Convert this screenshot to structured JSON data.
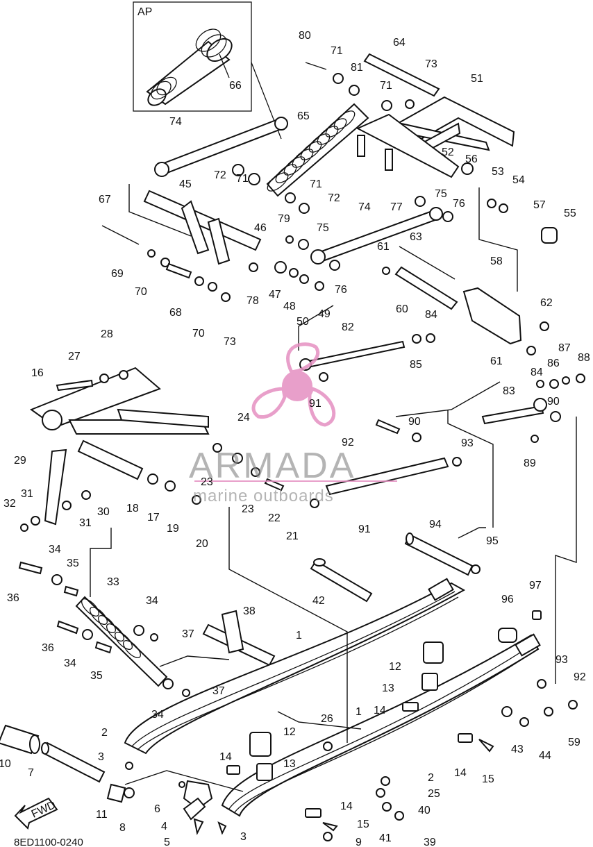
{
  "diagram": {
    "inset_label": "AP",
    "fwd_label": "FWD",
    "code": "8ED1100-0240",
    "watermark": {
      "brand": "ARMADA",
      "tagline": "marine outboards",
      "accent": "#e58fc1"
    },
    "labels": [
      {
        "id": "80",
        "text": "80"
      },
      {
        "id": "71a",
        "text": "71"
      },
      {
        "id": "64",
        "text": "64"
      },
      {
        "id": "73a",
        "text": "73"
      },
      {
        "id": "81",
        "text": "81"
      },
      {
        "id": "71b",
        "text": "71"
      },
      {
        "id": "51",
        "text": "51"
      },
      {
        "id": "66",
        "text": "66"
      },
      {
        "id": "74a",
        "text": "74"
      },
      {
        "id": "65",
        "text": "65"
      },
      {
        "id": "52",
        "text": "52"
      },
      {
        "id": "56",
        "text": "56"
      },
      {
        "id": "53",
        "text": "53"
      },
      {
        "id": "54",
        "text": "54"
      },
      {
        "id": "72a",
        "text": "72"
      },
      {
        "id": "71c",
        "text": "71"
      },
      {
        "id": "71d",
        "text": "71"
      },
      {
        "id": "72b",
        "text": "72"
      },
      {
        "id": "45",
        "text": "45"
      },
      {
        "id": "77",
        "text": "77"
      },
      {
        "id": "75a",
        "text": "75"
      },
      {
        "id": "76a",
        "text": "76"
      },
      {
        "id": "57",
        "text": "57"
      },
      {
        "id": "67",
        "text": "67"
      },
      {
        "id": "74b",
        "text": "74"
      },
      {
        "id": "55",
        "text": "55"
      },
      {
        "id": "79",
        "text": "79"
      },
      {
        "id": "75b",
        "text": "75"
      },
      {
        "id": "46",
        "text": "46"
      },
      {
        "id": "63",
        "text": "63"
      },
      {
        "id": "61a",
        "text": "61"
      },
      {
        "id": "58",
        "text": "58"
      },
      {
        "id": "69",
        "text": "69"
      },
      {
        "id": "70a",
        "text": "70"
      },
      {
        "id": "47",
        "text": "47"
      },
      {
        "id": "48",
        "text": "48"
      },
      {
        "id": "78",
        "text": "78"
      },
      {
        "id": "76b",
        "text": "76"
      },
      {
        "id": "49",
        "text": "49"
      },
      {
        "id": "50",
        "text": "50"
      },
      {
        "id": "60",
        "text": "60"
      },
      {
        "id": "62",
        "text": "62"
      },
      {
        "id": "68",
        "text": "68"
      },
      {
        "id": "70b",
        "text": "70"
      },
      {
        "id": "73b",
        "text": "73"
      },
      {
        "id": "84a",
        "text": "84"
      },
      {
        "id": "82",
        "text": "82"
      },
      {
        "id": "85",
        "text": "85"
      },
      {
        "id": "61b",
        "text": "61"
      },
      {
        "id": "28",
        "text": "28"
      },
      {
        "id": "87",
        "text": "87"
      },
      {
        "id": "88",
        "text": "88"
      },
      {
        "id": "27",
        "text": "27"
      },
      {
        "id": "16",
        "text": "16"
      },
      {
        "id": "84b",
        "text": "84"
      },
      {
        "id": "86",
        "text": "86"
      },
      {
        "id": "91a",
        "text": "91"
      },
      {
        "id": "83",
        "text": "83"
      },
      {
        "id": "90a",
        "text": "90"
      },
      {
        "id": "24",
        "text": "24"
      },
      {
        "id": "90b",
        "text": "90"
      },
      {
        "id": "92a",
        "text": "92"
      },
      {
        "id": "93a",
        "text": "93"
      },
      {
        "id": "89",
        "text": "89"
      },
      {
        "id": "29",
        "text": "29"
      },
      {
        "id": "23a",
        "text": "23"
      },
      {
        "id": "31a",
        "text": "31"
      },
      {
        "id": "32",
        "text": "32"
      },
      {
        "id": "30",
        "text": "30"
      },
      {
        "id": "18",
        "text": "18"
      },
      {
        "id": "17",
        "text": "17"
      },
      {
        "id": "23b",
        "text": "23"
      },
      {
        "id": "22",
        "text": "22"
      },
      {
        "id": "31b",
        "text": "31"
      },
      {
        "id": "19",
        "text": "19"
      },
      {
        "id": "91b",
        "text": "91"
      },
      {
        "id": "21",
        "text": "21"
      },
      {
        "id": "20",
        "text": "20"
      },
      {
        "id": "94",
        "text": "94"
      },
      {
        "id": "95",
        "text": "95"
      },
      {
        "id": "34a",
        "text": "34"
      },
      {
        "id": "35a",
        "text": "35"
      },
      {
        "id": "36a",
        "text": "36"
      },
      {
        "id": "33",
        "text": "33"
      },
      {
        "id": "42",
        "text": "42"
      },
      {
        "id": "97",
        "text": "97"
      },
      {
        "id": "34b",
        "text": "34"
      },
      {
        "id": "96",
        "text": "96"
      },
      {
        "id": "38",
        "text": "38"
      },
      {
        "id": "37a",
        "text": "37"
      },
      {
        "id": "36b",
        "text": "36"
      },
      {
        "id": "34c",
        "text": "34"
      },
      {
        "id": "1a",
        "text": "1"
      },
      {
        "id": "35b",
        "text": "35"
      },
      {
        "id": "12a",
        "text": "12"
      },
      {
        "id": "93b",
        "text": "93"
      },
      {
        "id": "92b",
        "text": "92"
      },
      {
        "id": "37b",
        "text": "37"
      },
      {
        "id": "13a",
        "text": "13"
      },
      {
        "id": "34d",
        "text": "34"
      },
      {
        "id": "14a",
        "text": "14"
      },
      {
        "id": "1b",
        "text": "1"
      },
      {
        "id": "26",
        "text": "26"
      },
      {
        "id": "12b",
        "text": "12"
      },
      {
        "id": "43",
        "text": "43"
      },
      {
        "id": "44",
        "text": "44"
      },
      {
        "id": "59",
        "text": "59"
      },
      {
        "id": "10",
        "text": "10"
      },
      {
        "id": "2a",
        "text": "2"
      },
      {
        "id": "3a",
        "text": "3"
      },
      {
        "id": "14b",
        "text": "14"
      },
      {
        "id": "13b",
        "text": "13"
      },
      {
        "id": "7",
        "text": "7"
      },
      {
        "id": "2b",
        "text": "2"
      },
      {
        "id": "14c",
        "text": "14"
      },
      {
        "id": "15a",
        "text": "15"
      },
      {
        "id": "25",
        "text": "25"
      },
      {
        "id": "11",
        "text": "11"
      },
      {
        "id": "8",
        "text": "8"
      },
      {
        "id": "6",
        "text": "6"
      },
      {
        "id": "4",
        "text": "4"
      },
      {
        "id": "40",
        "text": "40"
      },
      {
        "id": "14d",
        "text": "14"
      },
      {
        "id": "15b",
        "text": "15"
      },
      {
        "id": "41",
        "text": "41"
      },
      {
        "id": "39",
        "text": "39"
      },
      {
        "id": "5",
        "text": "5"
      },
      {
        "id": "3b",
        "text": "3"
      },
      {
        "id": "9",
        "text": "9"
      }
    ]
  }
}
